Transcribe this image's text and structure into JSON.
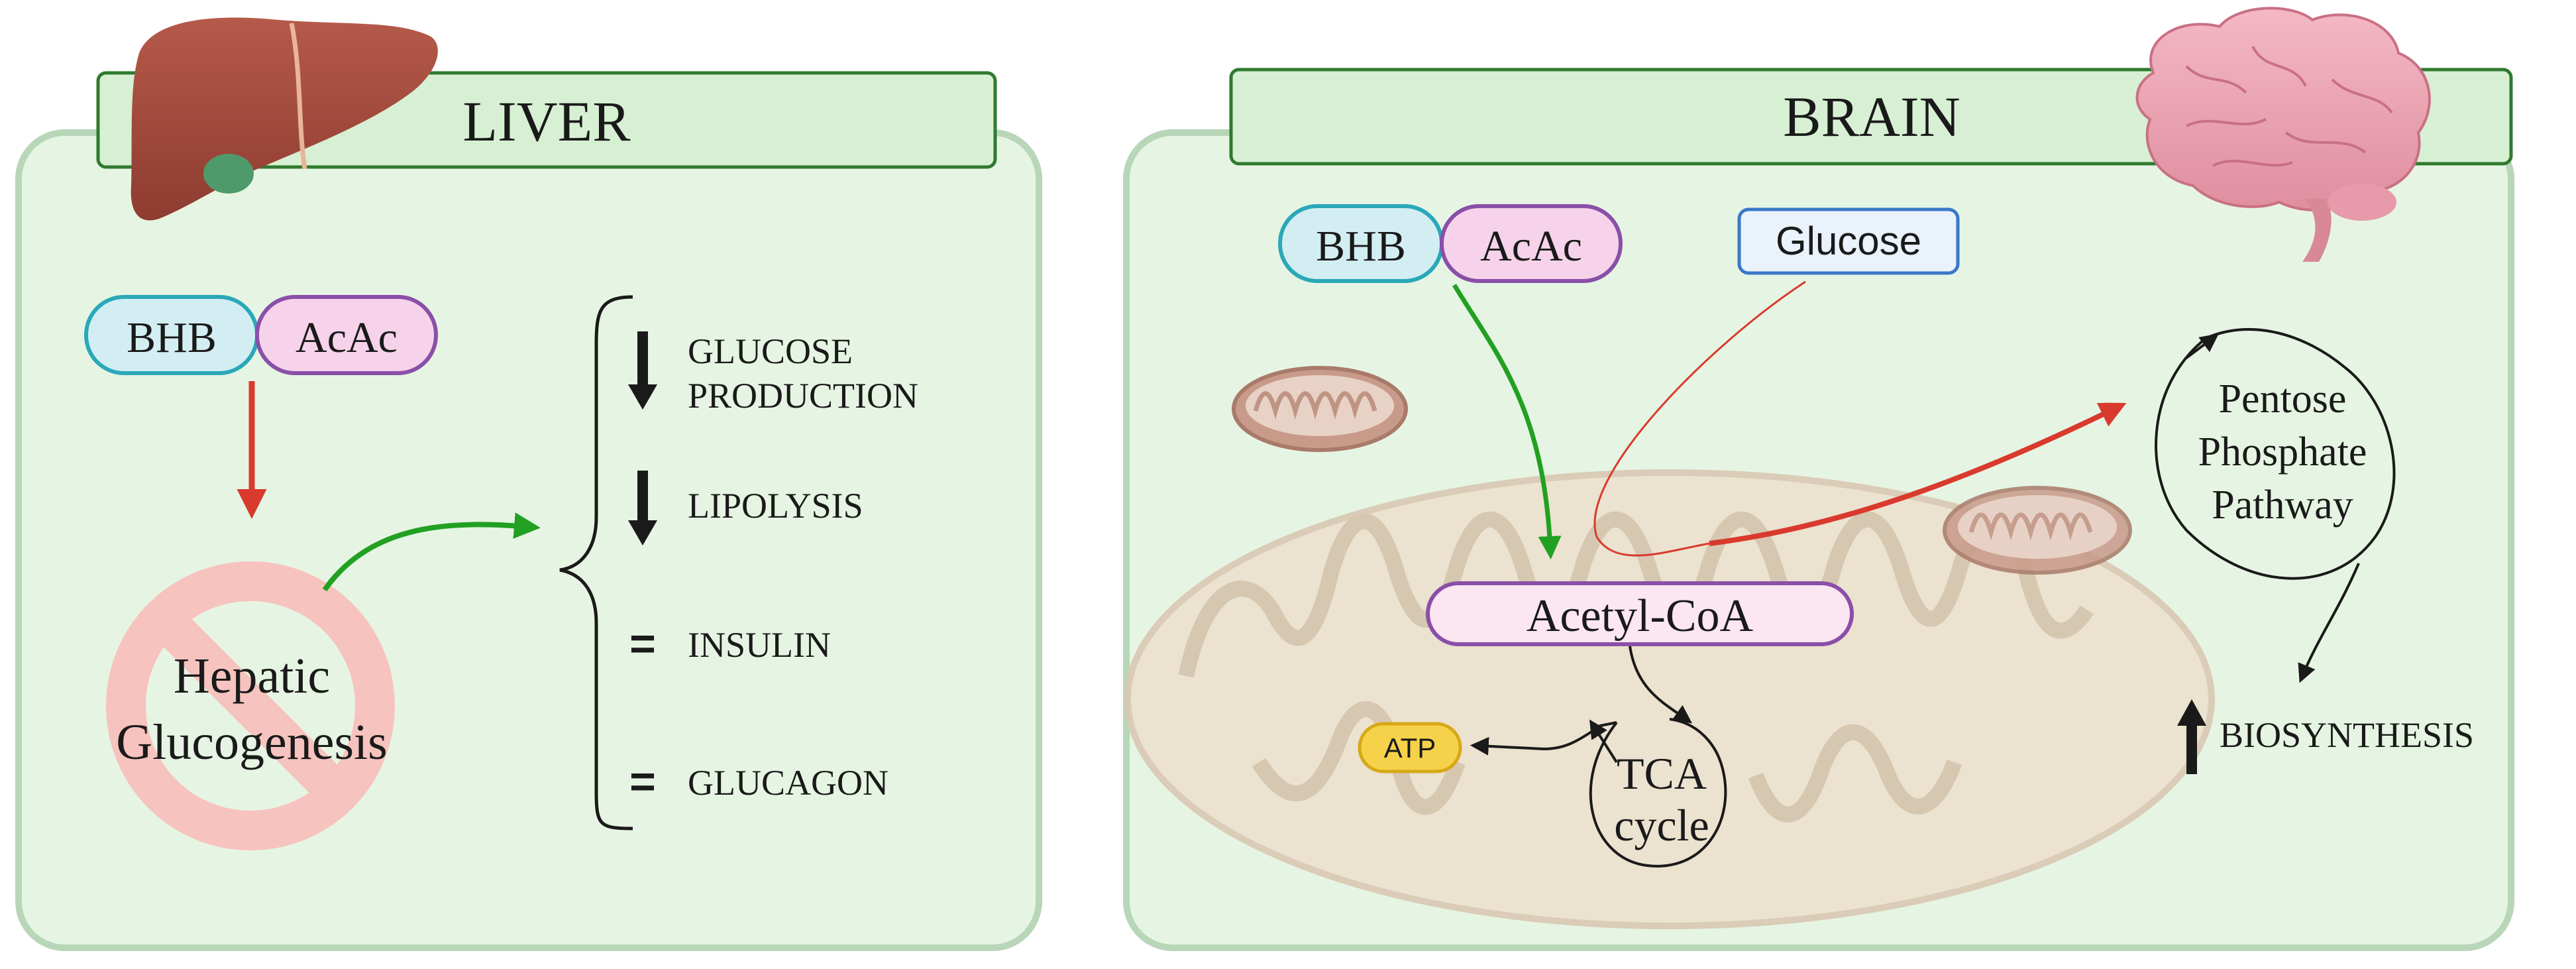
{
  "liver": {
    "title": "LIVER",
    "ketones": [
      "BHB",
      "AcAc"
    ],
    "process": [
      "Hepatic",
      "Glucogenesis"
    ],
    "effects": [
      {
        "symbol": "down-arrow",
        "lines": [
          "GLUCOSE",
          "PRODUCTION"
        ]
      },
      {
        "symbol": "down-arrow",
        "lines": [
          "LIPOLYSIS"
        ]
      },
      {
        "symbol": "equals",
        "lines": [
          "INSULIN"
        ]
      },
      {
        "symbol": "equals",
        "lines": [
          "GLUCAGON"
        ]
      }
    ]
  },
  "brain": {
    "title": "BRAIN",
    "ketones": [
      "BHB",
      "AcAc"
    ],
    "glucose": "Glucose",
    "acetyl_coa": "Acetyl-CoA",
    "atp": "ATP",
    "tca": [
      "TCA",
      "cycle"
    ],
    "ppp": [
      "Pentose",
      "Phosphate",
      "Pathway"
    ],
    "biosynthesis": "BIOSYNTHESIS"
  },
  "colors": {
    "panel_fill": "#e6f5e3",
    "panel_border": "#b8d6b8",
    "header_fill": "#d7f0d3",
    "header_border": "#2f7a2f",
    "bhb_fill": "#d3eef3",
    "bhb_border": "#2aa8b8",
    "acac_fill": "#f6d3ea",
    "acac_border": "#8a4fa8",
    "glucose_fill": "#eaf2fb",
    "glucose_border": "#3a78c9",
    "acetyl_fill": "#fbe6f2",
    "acetyl_border": "#8a4fa8",
    "atp_fill": "#f5d24a",
    "arrow_red": "#d93a2e",
    "arrow_green": "#22a022",
    "prohibited": "#f7c3bf"
  }
}
